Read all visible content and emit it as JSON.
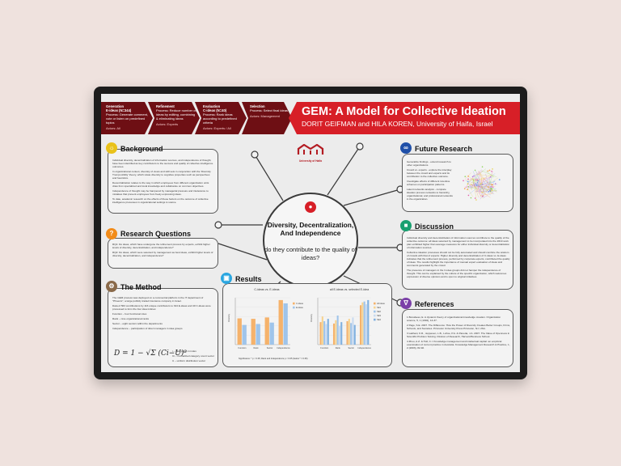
{
  "header": {
    "stages": [
      {
        "name": "Generation",
        "sub": "E-ideas (N=344)",
        "process": "Process: Generate comment, vote or listen on predefined topics",
        "actors": "Actors: All"
      },
      {
        "name": "Refinement",
        "sub": "",
        "process": "Process: Reduce number of ideas by editing, combining & eliminating ideas",
        "actors": "Actors: Experts"
      },
      {
        "name": "Evaluation",
        "sub": "C-ideas (N=40)",
        "process": "Process: Rank ideas according to predefined criteria",
        "actors": "Actors: Experts / All"
      },
      {
        "name": "Selection",
        "sub": "",
        "process": "Process: Select final ideas",
        "actors": "Actors: Management"
      }
    ],
    "title": "GEM: A Model for Collective Ideation",
    "authors": "DORIT GEIFMAN and HILA KOREN, University of Haifa, Israel"
  },
  "center": {
    "headline": "Diversity, Decentralization, And Independence",
    "question": "do they contribute to the quality of ideas?"
  },
  "logo": {
    "label": "University of Haifa"
  },
  "sections": {
    "background": {
      "title": "Background",
      "text": [
        "Individual diversity, decentralization of information sources, and independence of thought, have been identified as key contributors to the success and quality of collective intelligence outcomes.",
        "In organizational context, diversity of views and skill sets in conjunction with the 'Diversity Trumps Ability' theory, which relate diversity to cognitive properties such as perspectives and heuristics.",
        "Decentralization relates to the way in which employees from different organization units draw from specialized and local knowledge and collaborate on common objectives.",
        "Independence of thought may be hampered by managerial pressure and intolerance to mistakes that prevent employees from freely expressing ideas.",
        "To date, academic research on the effects of these factors on the outcome of collective intelligence processes in organizational settings is scarce."
      ]
    },
    "research_questions": {
      "title": "Research Questions",
      "text": [
        "RQ1: Do ideas, which have undergone the refinement process by experts, exhibit higher levels of diversity, decentralization, and independence?",
        "RQ2: Do ideas, which were selected by management as best ideas, exhibit higher levels of diversity, decentralization, and independence?"
      ]
    },
    "method": {
      "title": "The Method",
      "text": [
        "The GEM process was deployed on a commercial platform in the IT department of \"Phoenix\", a large publicly traded insurance company in Israel.",
        "Data of 563 contributions by 116 unique contributors to 344 E-ideas and 40 C-ideas were processed to form the four idea indices:",
        "Function – four functional roles",
        "Rank – nine organizational ranks",
        "Sector – eight sectors within the departments",
        "Independence – participation of direct managers in idea groups"
      ],
      "formula": "D = 1 − √Σ (Ci−U)²",
      "legend": [
        "i – categories in index",
        "Ci – normalized category count vector",
        "U – uniform distribution vector"
      ]
    },
    "results": {
      "title": "Results",
      "note": "Significance: * p < 0.05; Rank and Independence p < 0.05 (below * = 0.05)"
    },
    "future": {
      "title": "Future Research",
      "text": [
        "Generalize findings - extend research to other organizations.",
        "Crowd vs. experts - explore the interplay between the crowd and experts and its contribution to the collective outcome.",
        "Investigate effects of different incentive schemes on participation patterns.",
        "Latent networks analysis - compare ideation process networks to hierarchy, organizational, and professional networks in the organization."
      ]
    },
    "discussion": {
      "title": "Discussion",
      "text": [
        "Individual diversity and decentralization of information sources contribute to the quality of the collective outcome: all ideas selected by management to be incorporated into the 2019 work plan exhibited higher than average measures for either individual diversity or decentralization of information sources.",
        "Collective ideation processes should not be fully automated and should combine the wisdom of crowds with that of experts: Higher diversity and decentralization of C-ideas vs. E-ideas indicates that the refinement process, performed by corporate experts, contributed the quality of ideas. The results highlight the importance of manual expert evaluation of ideas and comments generated by the crowd.",
        "The presence of managers in the C-idea groups did not hamper the independence of thought. This can be explained by the culture of the specific organization, which welcomes expression of diverse opinions and is open to original initiatives."
      ]
    },
    "references": {
      "title": "References",
      "text": [
        "1 Bonabeau, E. A dynamic theory of organizational knowledge creation. Organization science, 5, 1 (1994), 14-37.",
        "2 Page, S.E. 2007. The Difference: How the Power of Diversity Creates Better Groups, Firms, Schools, and Societies. Princeton University Press Princeton, NJ, USA.",
        "3 Lakhani, K.R., Jeppesen, L.B., Lohse, P.A. & Panetta, J.A. 2007. The Value of Openness in Scientific Problem Solving. Division of Research, Harvard Business School.",
        "4 Zhou, A.Z. & Hull, C.I. Knowledge management and intellectual capital: an empirical examination of current practice in Australia. Knowledge Management Research & Practice, 1, 2 (2003), 82-92."
      ]
    }
  },
  "chart_data": [
    {
      "type": "bar",
      "title": "C-ideas vs. E-ideas",
      "ylabel": "Diversity",
      "categories": [
        "Function",
        "Rank",
        "Sector",
        "Independence"
      ],
      "series": [
        {
          "name": "C-ideas",
          "values": [
            0.56,
            0.55,
            0.58,
            0.95
          ]
        },
        {
          "name": "E-ideas",
          "values": [
            0.42,
            0.44,
            0.47,
            0.88
          ]
        }
      ],
      "ylim": [
        0,
        1
      ]
    },
    {
      "type": "bar",
      "title": "all E-ideas vs. selected E-idea",
      "ylabel": "Diversity",
      "categories": [
        "Function",
        "Rank",
        "Sector",
        "Independence"
      ],
      "series": [
        {
          "name": "All ideas",
          "values": [
            0.48,
            0.45,
            0.5,
            0.84
          ]
        },
        {
          "name": "SE1",
          "values": [
            0.6,
            0.52,
            0.55,
            0.9
          ]
        },
        {
          "name": "SE2",
          "values": [
            0.5,
            0.62,
            0.46,
            0.92
          ]
        },
        {
          "name": "SE3",
          "values": [
            0.44,
            0.4,
            0.58,
            0.86
          ]
        },
        {
          "name": "SE4",
          "values": [
            0.55,
            0.48,
            0.42,
            0.95
          ]
        }
      ],
      "ylim": [
        0,
        1
      ]
    }
  ],
  "colors": {
    "red": "#d71f27",
    "dark_red": "#6e0f14",
    "background_icon": "#e9c21a",
    "rq_icon": "#f28c1a",
    "method_icon": "#8a6a4a",
    "results_icon": "#2aa6e0",
    "future_icon": "#1f4fa8",
    "discussion_icon": "#18a070",
    "references_icon": "#7b3fa8",
    "bar_orange": "#f5b26b",
    "bar_blue": "#9fc4ea"
  },
  "icons": {
    "background": "lightbulb-icon",
    "research_questions": "question-icon",
    "method": "gear-icon",
    "results": "gift-icon",
    "future": "binoculars-icon",
    "discussion": "chat-icon",
    "references": "paperclip-icon"
  }
}
